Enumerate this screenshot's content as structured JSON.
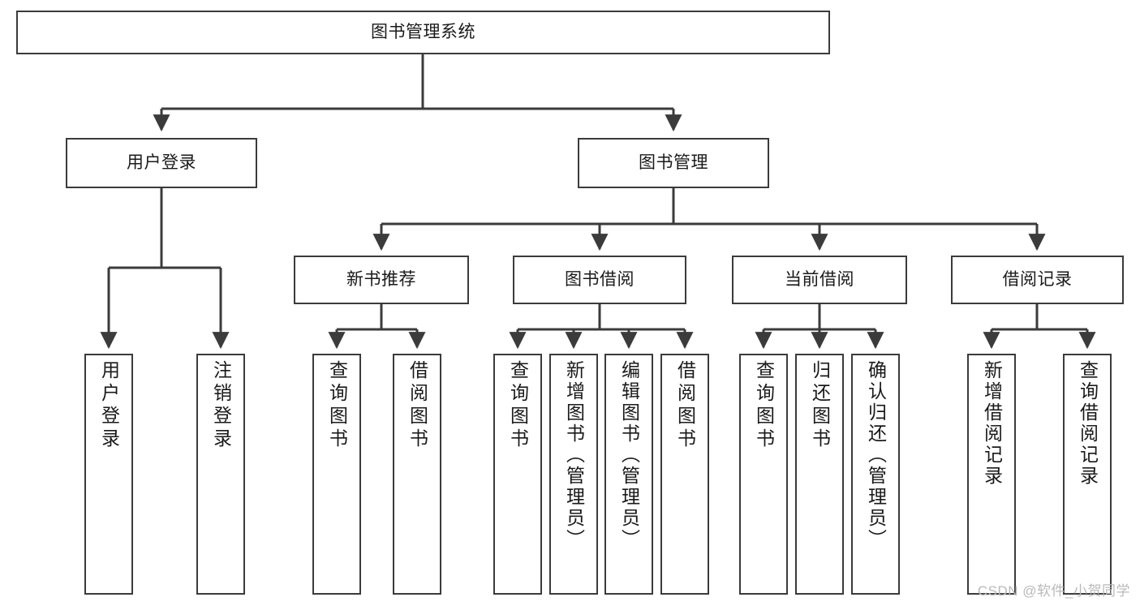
{
  "diagram": {
    "type": "tree-hierarchy",
    "title": "图书管理系统",
    "watermark": "CSDN @软件_小贺同学",
    "colors": {
      "box_border": "#3b3b3b",
      "box_fill": "#ffffff",
      "edge": "#3b3b3b",
      "watermark": "#b9b9b9",
      "background": "#ffffff"
    },
    "nodes": {
      "root": {
        "label": "图书管理系统",
        "level": 1
      },
      "l2": [
        {
          "label": "用户登录",
          "level": 2
        },
        {
          "label": "图书管理",
          "level": 2
        }
      ],
      "l3": [
        {
          "label": "新书推荐",
          "level": 3
        },
        {
          "label": "图书借阅",
          "level": 3
        },
        {
          "label": "当前借阅",
          "level": 3
        },
        {
          "label": "借阅记录",
          "level": 3
        }
      ],
      "leaves": {
        "user_login": [
          {
            "label": "用户登录"
          },
          {
            "label": "注销登录"
          }
        ],
        "new_book_recommend": [
          {
            "label": "查询图书"
          },
          {
            "label": "借阅图书"
          }
        ],
        "book_borrow": [
          {
            "label": "查询图书"
          },
          {
            "label": "新增图书（管理员）"
          },
          {
            "label": "编辑图书（管理员）"
          },
          {
            "label": "借阅图书"
          }
        ],
        "current_borrow": [
          {
            "label": "查询图书"
          },
          {
            "label": "归还图书"
          },
          {
            "label": "确认归还（管理员）"
          }
        ],
        "borrow_record": [
          {
            "label": "新增借阅记录"
          },
          {
            "label": "查询借阅记录"
          }
        ]
      }
    }
  }
}
